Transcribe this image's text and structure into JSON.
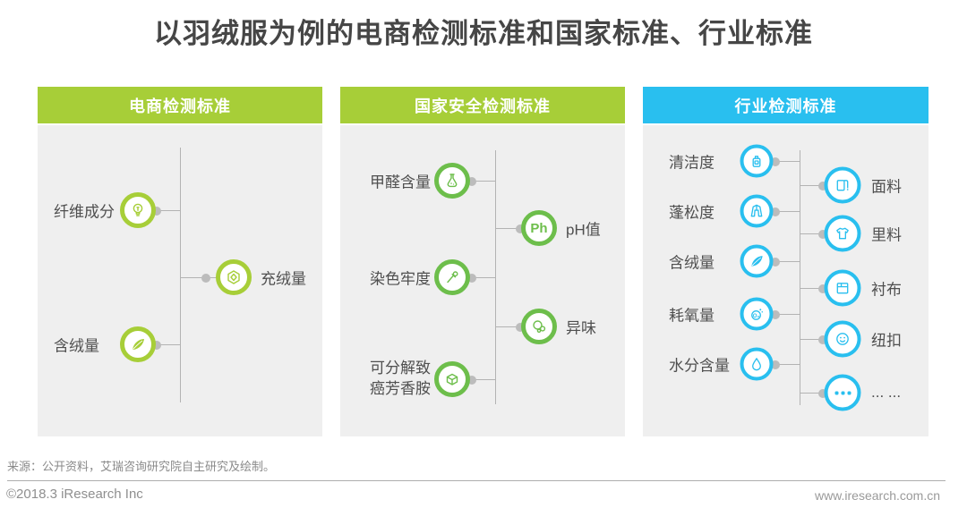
{
  "title": "以羽绒服为例的电商检测标准和国家标准、行业标准",
  "colors": {
    "title_text": "#464646",
    "ecommerce_green": "#a7ce38",
    "national_green": "#6dbe4b",
    "industry_blue": "#29bfef",
    "panel_background": "#efefef",
    "label_text": "#4f4f4f",
    "connector_gray": "#b3b3b3"
  },
  "panels": [
    {
      "header": "电商检测标准",
      "items": [
        {
          "label": "纤维成分",
          "icon": "lightbulb-icon"
        },
        {
          "label": "充绒量",
          "icon": "gem-icon"
        },
        {
          "label": "含绒量",
          "icon": "feather-icon"
        }
      ]
    },
    {
      "header": "国家安全检测标准",
      "items": [
        {
          "label": "甲醛含量",
          "icon": "flask-icon"
        },
        {
          "label": "pH值",
          "icon": "ph-icon",
          "badge": "Ph"
        },
        {
          "label": "染色牢度",
          "icon": "dropper-icon"
        },
        {
          "label": "异味",
          "icon": "bubbles-icon"
        },
        {
          "label": "可分解致癌芳香胺",
          "icon": "cube-icon"
        }
      ]
    },
    {
      "header": "行业检测标准",
      "left_items": [
        {
          "label": "清洁度",
          "icon": "bottle-icon"
        },
        {
          "label": "蓬松度",
          "icon": "jacket-icon"
        },
        {
          "label": "含绒量",
          "icon": "feather-icon"
        },
        {
          "label": "耗氧量",
          "icon": "oxygen-icon"
        },
        {
          "label": "水分含量",
          "icon": "droplet-icon"
        }
      ],
      "right_items": [
        {
          "label": "面料",
          "icon": "fabric-roll-icon"
        },
        {
          "label": "里料",
          "icon": "tshirt-icon"
        },
        {
          "label": "衬布",
          "icon": "interlining-icon"
        },
        {
          "label": "纽扣",
          "icon": "button-icon"
        },
        {
          "label": "... ...",
          "icon": "ellipsis-icon"
        }
      ]
    }
  ],
  "source_note": "来源：公开资料，艾瑞咨询研究院自主研究及绘制。",
  "footer": {
    "left": "©2018.3 iResearch Inc",
    "right": "www.iresearch.com.cn"
  }
}
